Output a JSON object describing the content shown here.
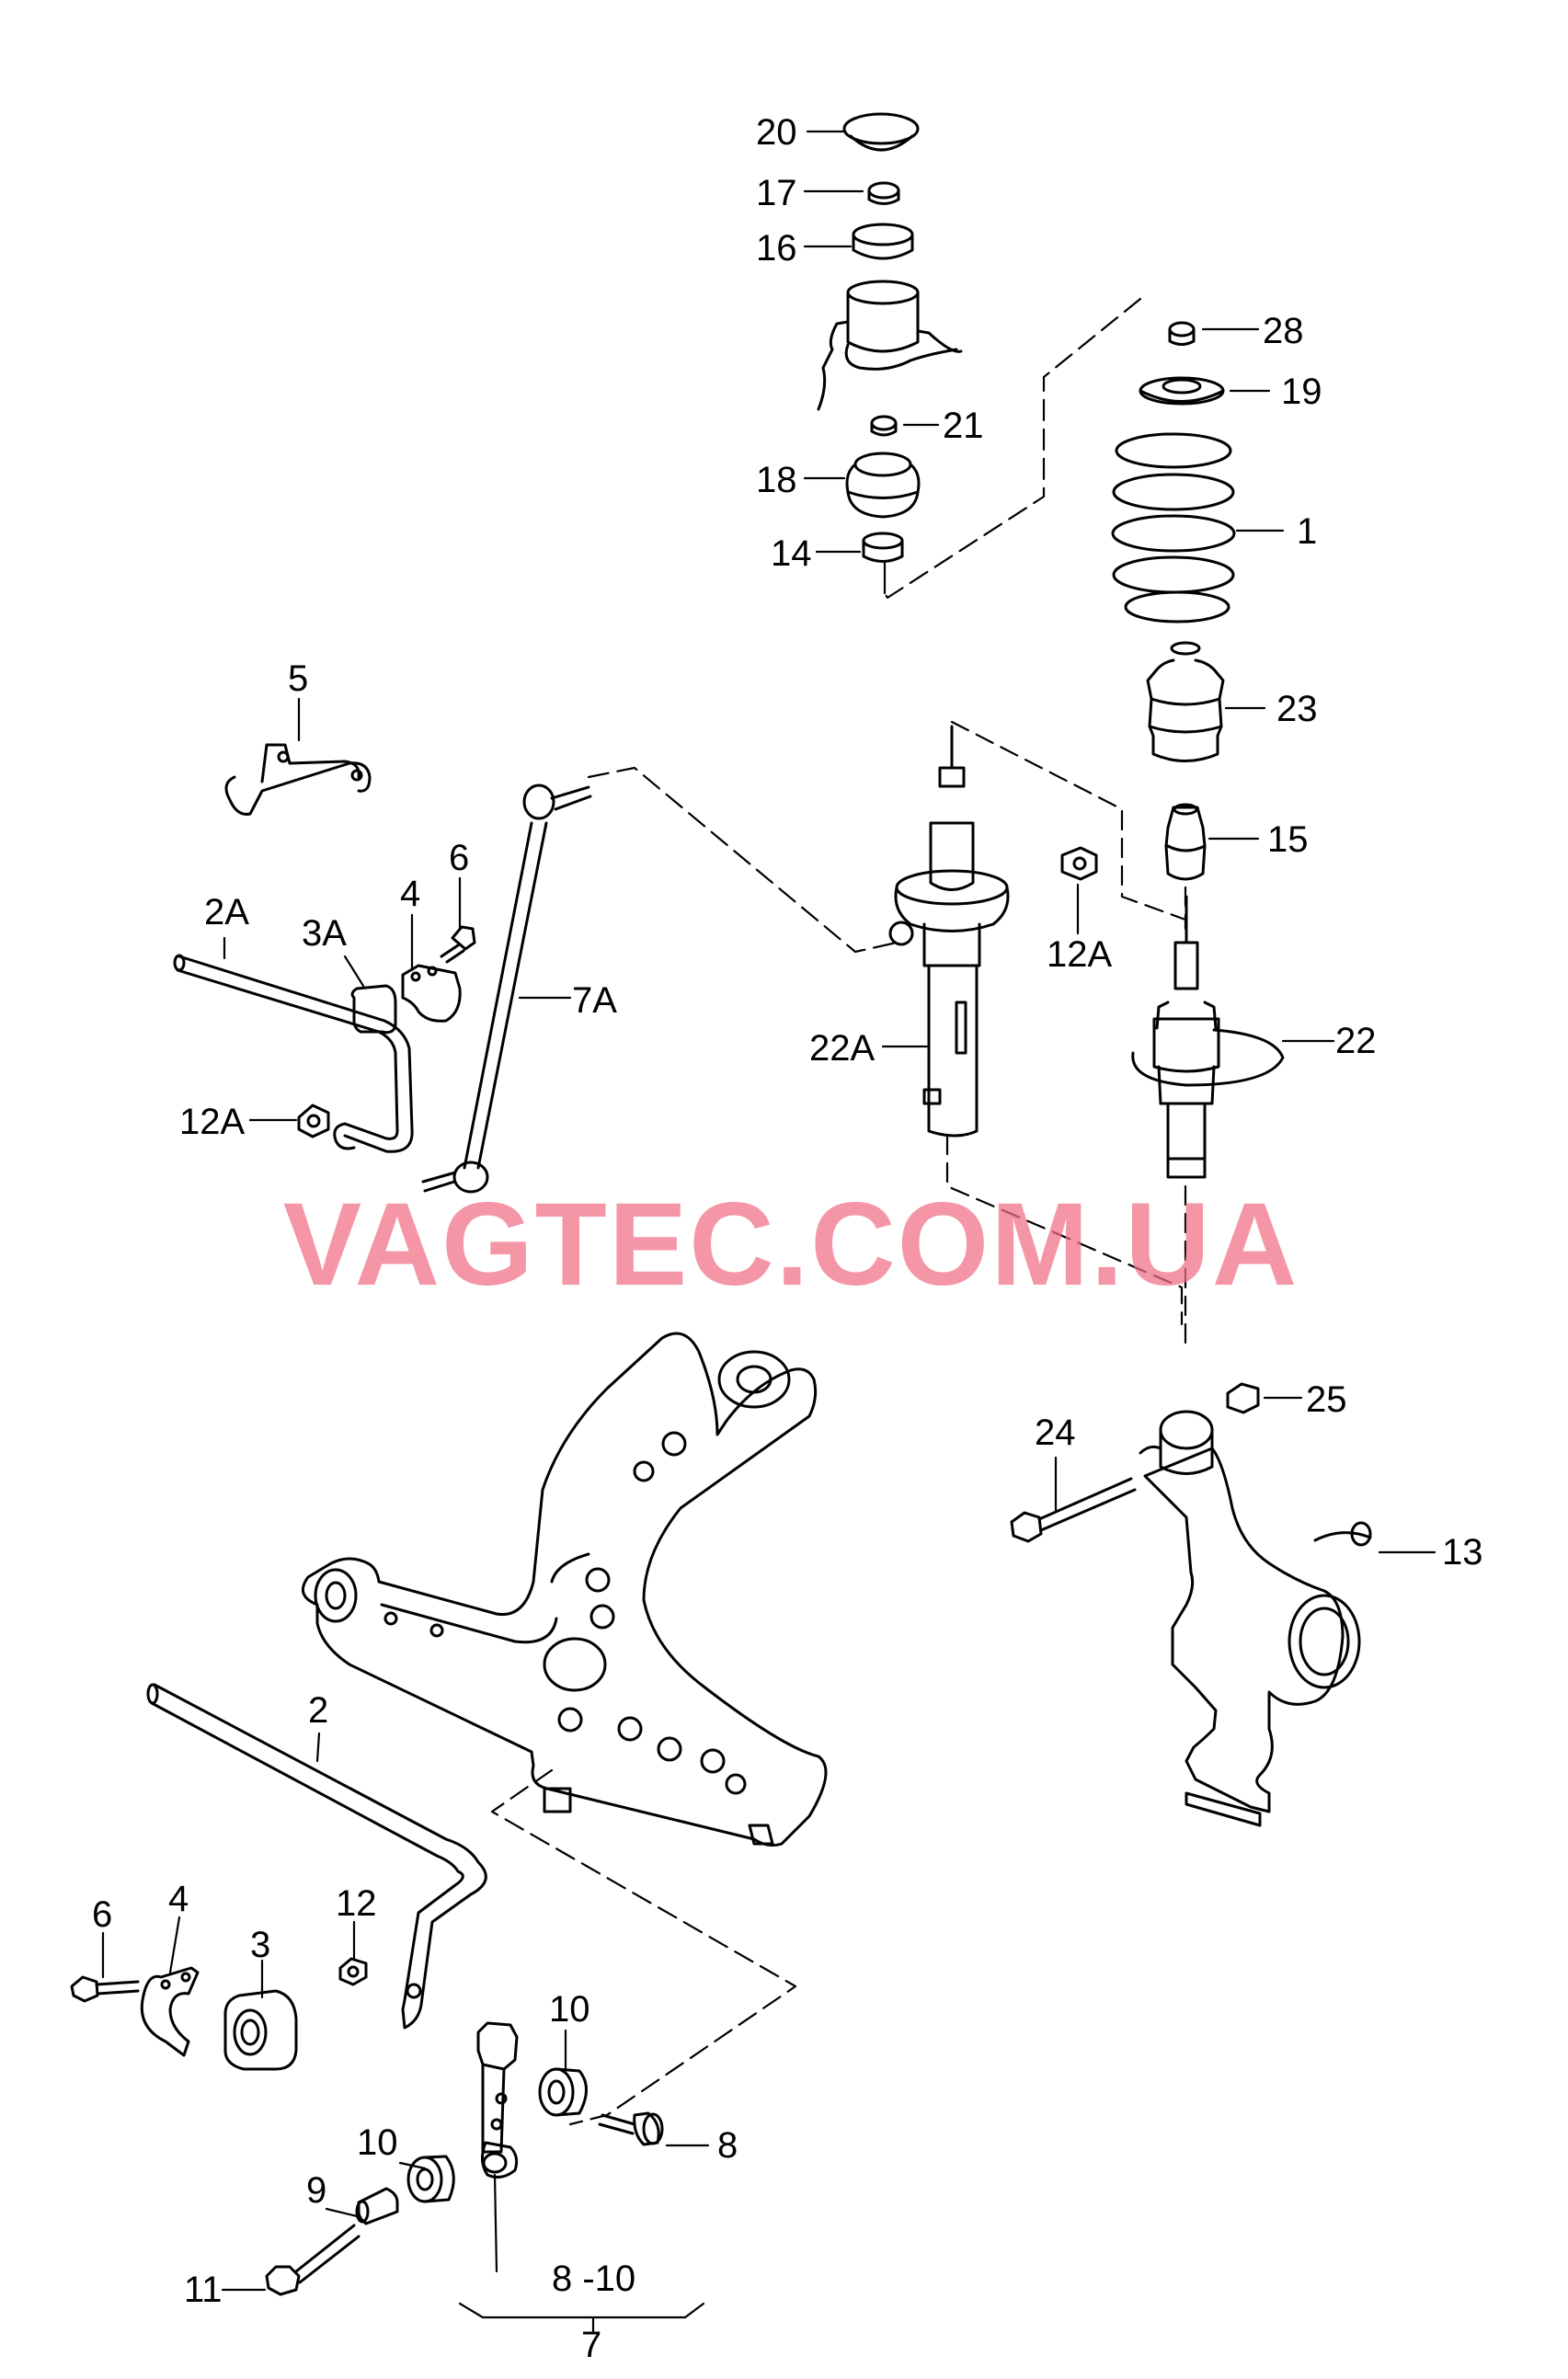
{
  "watermark": "VAGTEC.COM.UA",
  "callouts": {
    "c20": "20",
    "c17": "17",
    "c16": "16",
    "c21": "21",
    "c18": "18",
    "c14": "14",
    "c28": "28",
    "c19": "19",
    "c1": "1",
    "c23": "23",
    "c15": "15",
    "c22": "22",
    "c22A": "22A",
    "c12A_strut": "12A",
    "c5": "5",
    "c2A": "2A",
    "c3A": "3A",
    "c4_top": "4",
    "c6_top": "6",
    "c7A": "7A",
    "c12A_bar": "12A",
    "c24": "24",
    "c25": "25",
    "c13": "13",
    "c2": "2",
    "c6_bot": "6",
    "c4_bot": "4",
    "c3": "3",
    "c12": "12",
    "c10_upper": "10",
    "c8": "8",
    "c10_lower": "10",
    "c9": "9",
    "c11": "11",
    "c8_10": "8 -10",
    "c7": "7"
  },
  "colors": {
    "line": "#000000",
    "watermark": "#f06e82",
    "background": "#ffffff"
  }
}
